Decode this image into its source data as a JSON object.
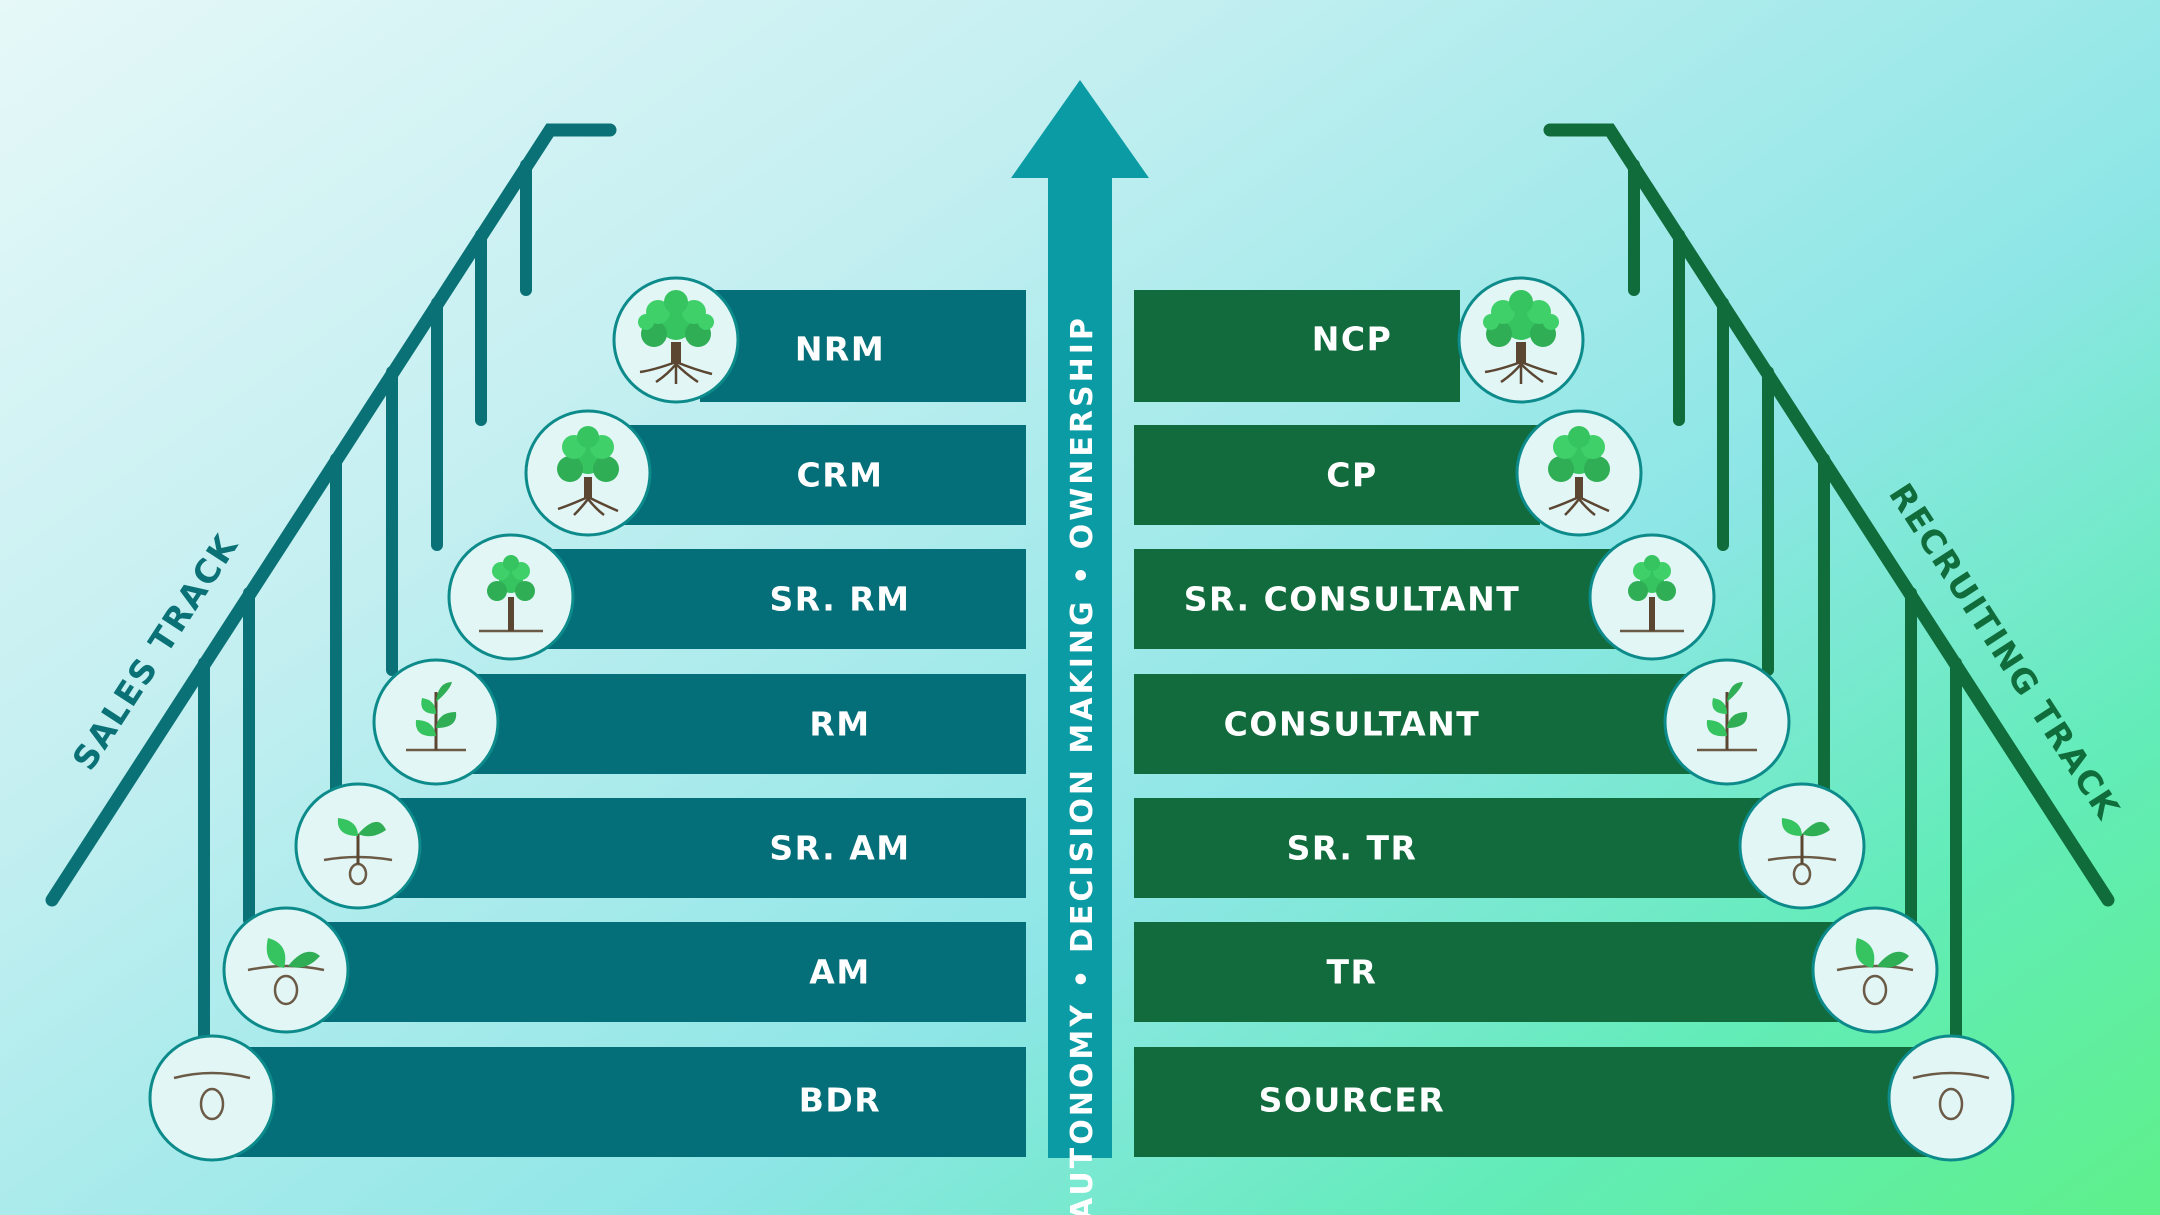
{
  "colors": {
    "sales_step": "#046f79",
    "recruit_step": "#116b3d",
    "sales_rail": "#0a7276",
    "recruit_rail": "#106c3b",
    "arrow": "#0b9ba4",
    "icon_circle": "#e2f6f6",
    "leaf": "#35c45f",
    "trunk": "#5b4632"
  },
  "center_arrow": {
    "label": "AUTONOMY • DECISION MAKING • OWNERSHIP"
  },
  "sales_track": {
    "label": "SALES TRACK",
    "steps": [
      {
        "label": "NRM",
        "icon": "large-tree-with-roots-icon"
      },
      {
        "label": "CRM",
        "icon": "tree-with-roots-icon"
      },
      {
        "label": "SR. RM",
        "icon": "small-tree-icon"
      },
      {
        "label": "RM",
        "icon": "young-plant-icon"
      },
      {
        "label": "SR. AM",
        "icon": "sprout-with-root-icon"
      },
      {
        "label": "AM",
        "icon": "germinating-seed-icon"
      },
      {
        "label": "BDR",
        "icon": "seed-in-soil-icon"
      }
    ]
  },
  "recruiting_track": {
    "label": "RECRUITING TRACK",
    "steps": [
      {
        "label": "NCP",
        "icon": "large-tree-with-roots-icon"
      },
      {
        "label": "CP",
        "icon": "tree-with-roots-icon"
      },
      {
        "label": "SR. CONSULTANT",
        "icon": "small-tree-icon"
      },
      {
        "label": "CONSULTANT",
        "icon": "young-plant-icon"
      },
      {
        "label": "SR. TR",
        "icon": "sprout-with-root-icon"
      },
      {
        "label": "TR",
        "icon": "germinating-seed-icon"
      },
      {
        "label": "SOURCER",
        "icon": "seed-in-soil-icon"
      }
    ]
  }
}
